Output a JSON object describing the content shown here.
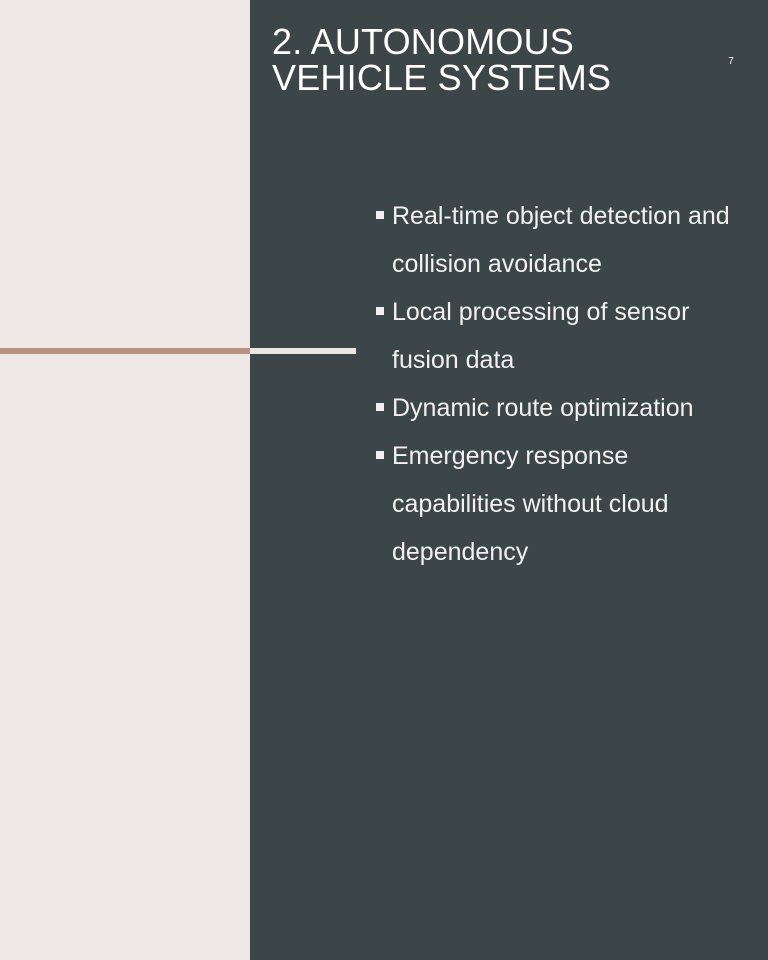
{
  "slide": {
    "title": "2. AUTONOMOUS VEHICLE SYSTEMS",
    "slide_number": "7"
  },
  "bullets": [
    "Real-time object detection and collision avoidance",
    "Local processing of sensor fusion data",
    "Dynamic route optimization",
    "Emergency response capabilities without cloud dependency"
  ],
  "icons": {
    "bullet": "square-bullet-icon"
  },
  "colors": {
    "left_panel": "#ede8e5",
    "right_panel": "#3c4548",
    "accent_line": "#b9917f",
    "text": "#ffffff"
  }
}
